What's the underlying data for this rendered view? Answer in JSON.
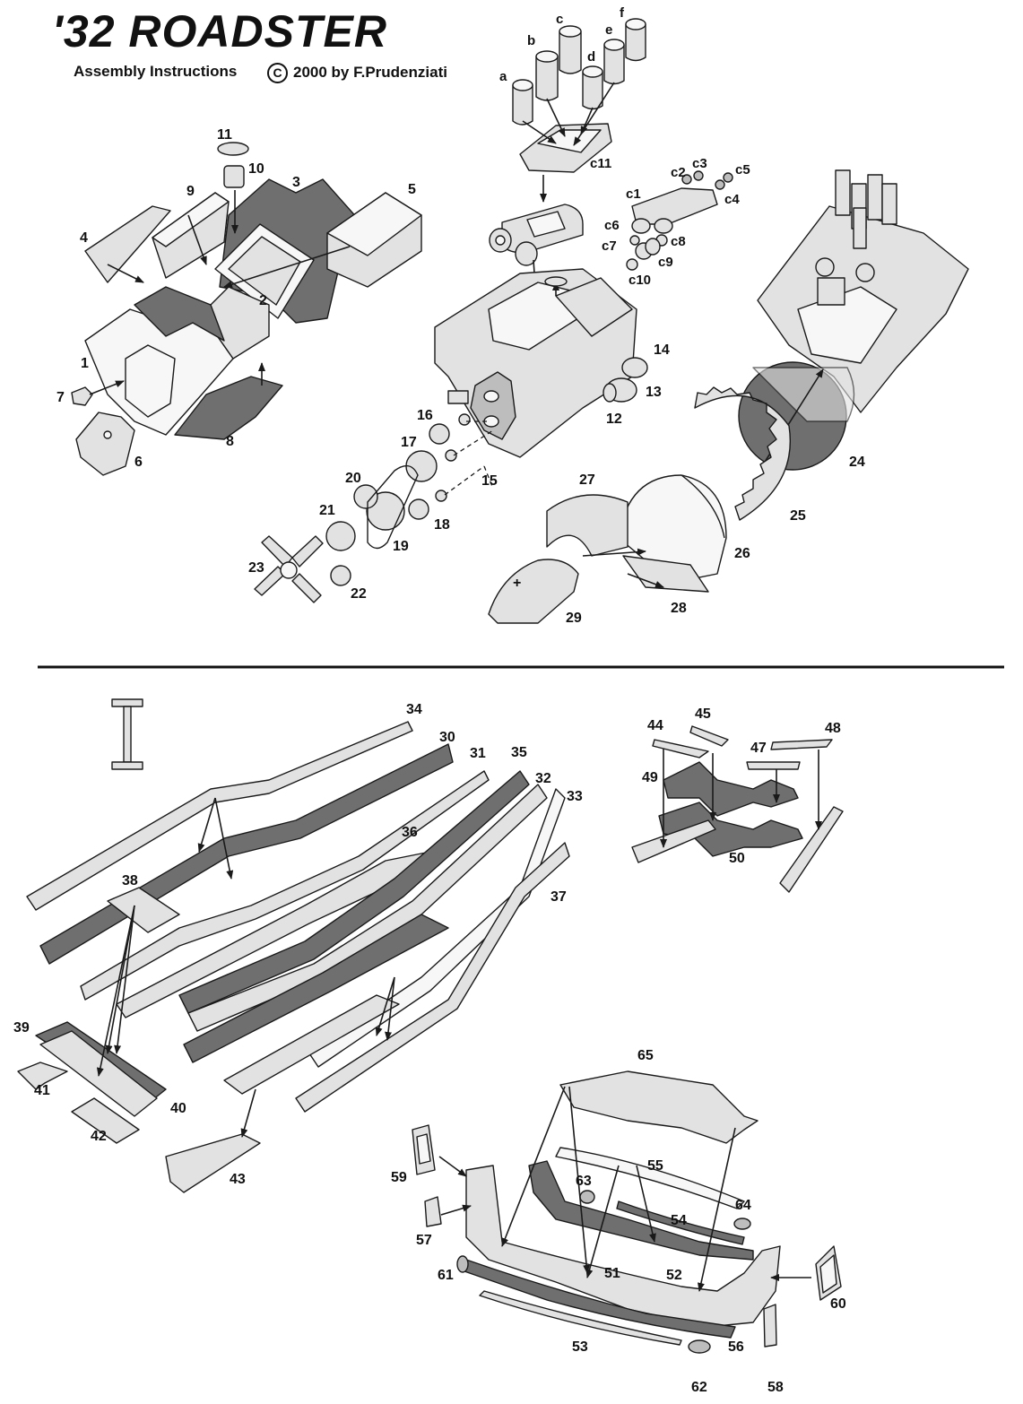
{
  "header": {
    "title": "'32  ROADSTER",
    "subtitle": "Assembly Instructions",
    "copyright_symbol": "C",
    "copyright_text": "2000 by F.Prudenziati"
  },
  "labels": {
    "p1": "1",
    "p2": "2",
    "p3": "3",
    "p4": "4",
    "p5": "5",
    "p6": "6",
    "p7": "7",
    "p8": "8",
    "p9": "9",
    "p10": "10",
    "p11": "11",
    "p12": "12",
    "p13": "13",
    "p14": "14",
    "p15": "15",
    "p16": "16",
    "p17": "17",
    "p18": "18",
    "p19": "19",
    "p20": "20",
    "p21": "21",
    "p22": "22",
    "p23": "23",
    "p24": "24",
    "p25": "25",
    "p26": "26",
    "p27": "27",
    "p28": "28",
    "p29": "29",
    "pa": "a",
    "pb": "b",
    "pc": "c",
    "pd": "d",
    "pe": "e",
    "pf": "f",
    "pc1": "c1",
    "pc2": "c2",
    "pc3": "c3",
    "pc4": "c4",
    "pc5": "c5",
    "pc6": "c6",
    "pc7": "c7",
    "pc8": "c8",
    "pc9": "c9",
    "pc10": "c10",
    "pc11": "c11",
    "p30": "30",
    "p31": "31",
    "p32": "32",
    "p33": "33",
    "p34": "34",
    "p35": "35",
    "p36": "36",
    "p37": "37",
    "p38": "38",
    "p39": "39",
    "p40": "40",
    "p41": "41",
    "p42": "42",
    "p43": "43",
    "p44": "44",
    "p45": "45",
    "p47": "47",
    "p48": "48",
    "p49": "49",
    "p50": "50",
    "p51": "51",
    "p52": "52",
    "p53": "53",
    "p54": "54",
    "p55": "55",
    "p56": "56",
    "p57": "57",
    "p58": "58",
    "p59": "59",
    "p60": "60",
    "p61": "61",
    "p62": "62",
    "p63": "63",
    "p64": "64",
    "p65": "65"
  },
  "colors": {
    "paper": "#ffffff",
    "line": "#1a1a1a",
    "part_light": "#e2e2e2",
    "part_white": "#f7f7f7",
    "part_dark": "#6f6f6f",
    "part_mid": "#bdbdbd"
  }
}
